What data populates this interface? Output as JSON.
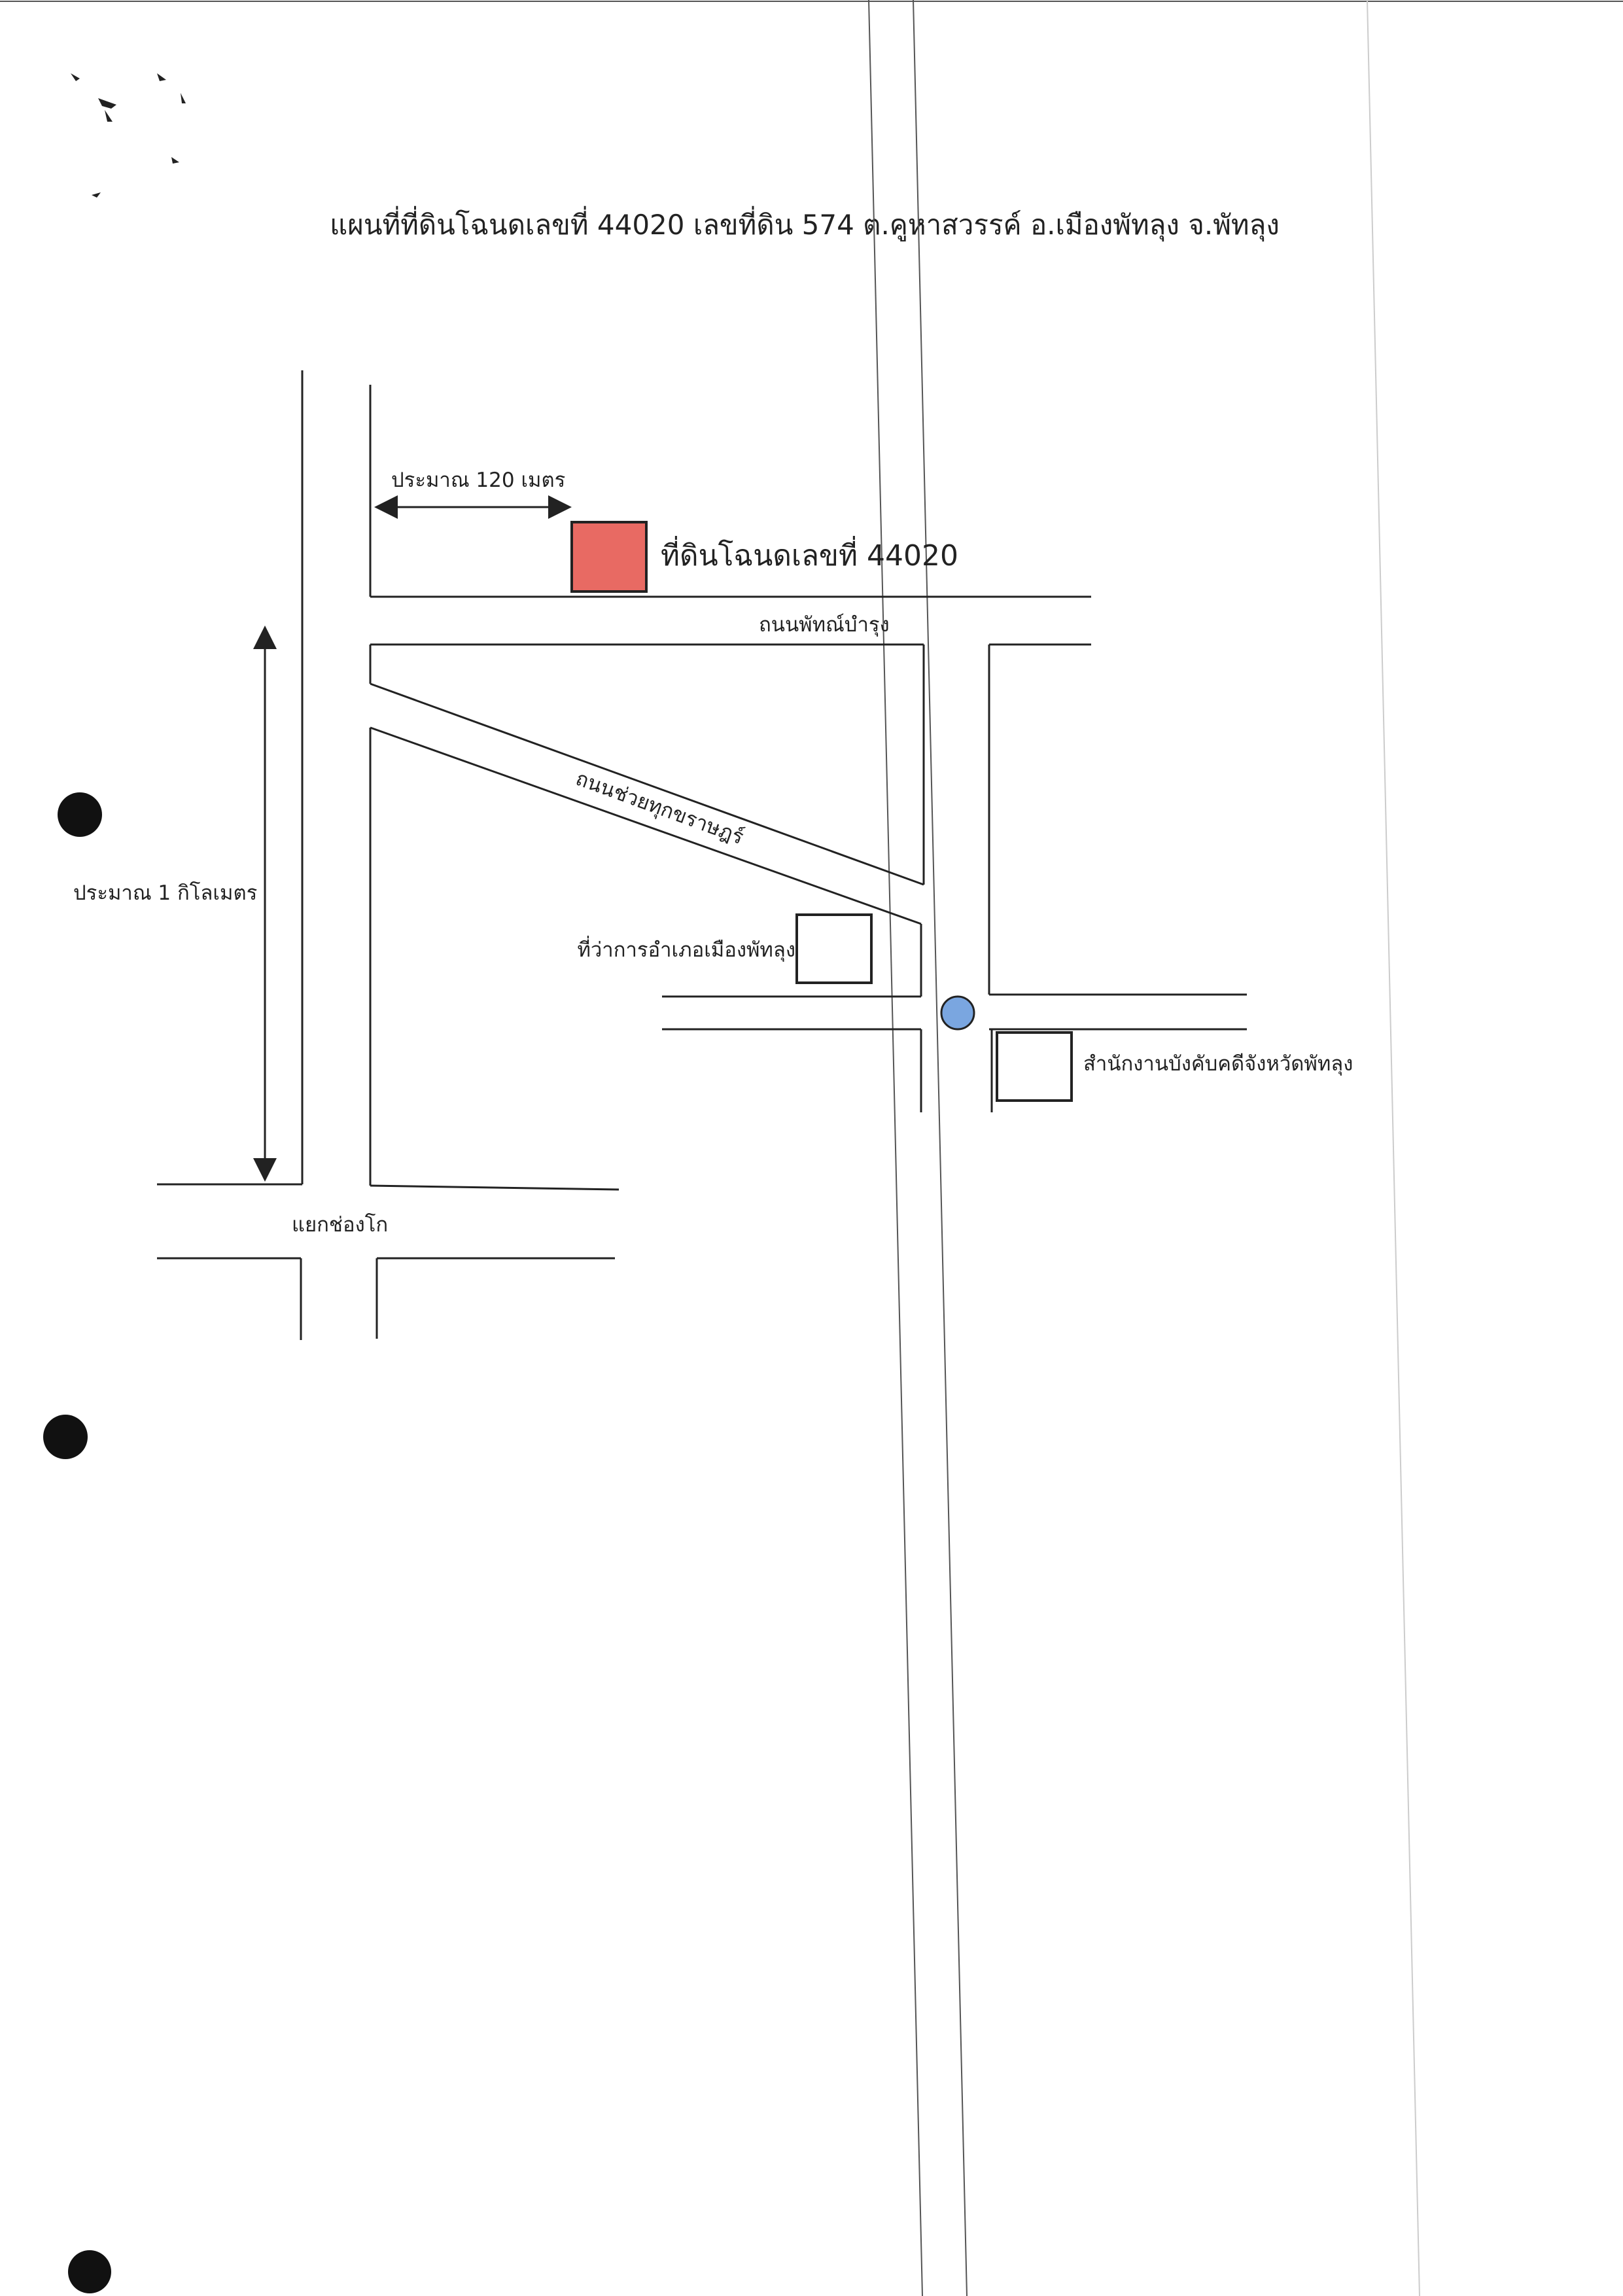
{
  "title": "แผนที่ที่ดินโฉนดเลขที่ 44020 เลขที่ดิน 574 ต.คูหาสวรรค์ อ.เมืองพัทลุง จ.พัทลุง",
  "labels": {
    "distance_120m": "ประมาณ 120 เมตร",
    "parcel": "ที่ดินโฉนดเลขที่ 44020",
    "road_phatthanabamrung": "ถนนพัทณ์บำรุง",
    "road_chuaithukkharat": "ถนนช่วยทุกขราษฎร์",
    "distance_1km": "ประมาณ 1 กิโลเมตร",
    "district_office": "ที่ว่าการอำเภอเมืองพัทลุง",
    "legal_execution_office": "สำนักงานบังคับคดีจังหวัดพัทลุง",
    "chong_ko_junction": "แยกช่องโก"
  },
  "colors": {
    "parcel_fill": "#e86a63",
    "marker_fill": "#7aa6e0",
    "line": "#222222"
  },
  "icons": {
    "parcel": "land-parcel-square",
    "marker": "location-circle",
    "building": "building-square",
    "punch_hole": "binder-hole"
  }
}
